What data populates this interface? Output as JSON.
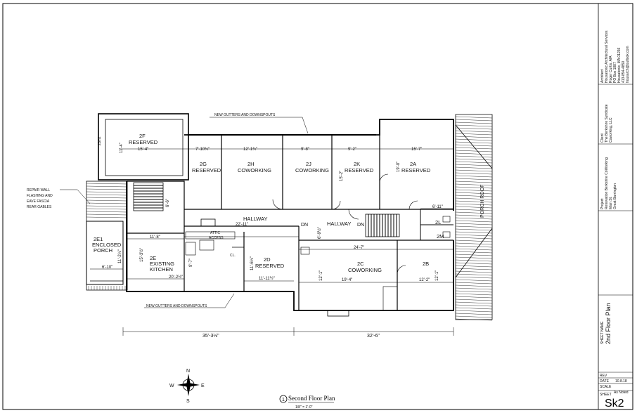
{
  "plan": {
    "rooms": [
      {
        "id": "2F",
        "name": "2F",
        "sub": "RESERVED",
        "dim": "15'-4\""
      },
      {
        "id": "2G",
        "name": "2G",
        "sub": "RESERVED",
        "dim": "7'-10¾\""
      },
      {
        "id": "2H",
        "name": "2H",
        "sub": "COWORKING",
        "dim": "12'-1¾\""
      },
      {
        "id": "2J",
        "name": "2J",
        "sub": "COWORKING",
        "dim": "9'-8\""
      },
      {
        "id": "2K",
        "name": "2K",
        "sub": "RESERVED",
        "dim": "9'-2\""
      },
      {
        "id": "2A",
        "name": "2A",
        "sub": "RESERVED",
        "dim": "15'-7\""
      },
      {
        "id": "2E1",
        "name": "2E1",
        "sub": "ENCLOSED",
        "sub2": "PORCH",
        "dim": "6'-10\""
      },
      {
        "id": "2E",
        "name": "2E",
        "sub": "EXISTING",
        "sub2": "KITCHEN",
        "dim": "20'-2½\""
      },
      {
        "id": "2D",
        "name": "2D",
        "sub": "RESERVED",
        "dim": "11'-11½\""
      },
      {
        "id": "2C",
        "name": "2C",
        "sub": "COWORKING",
        "dim": "19'-4\""
      },
      {
        "id": "2B",
        "name": "2B",
        "sub": "",
        "dim": "12'-2\""
      },
      {
        "id": "2L",
        "name": "2L"
      },
      {
        "id": "2M",
        "name": "2M"
      }
    ],
    "labels": {
      "gutters_top": "NEW GUTTERS AND DOWNSPOUTS",
      "gutters_bottom": "NEW GUTTERS AND DOWNSPOUTS",
      "repair_1": "REPAIR WALL",
      "repair_2": "FLASHING AND",
      "repair_3": "EAVE FASCIA",
      "repair_4": "REAR GABLES",
      "hallway_1": "HALLWAY",
      "hallway_2": "HALLWAY",
      "hallway_dim": "22'-11\"",
      "hall2_dim": "24'-7\"",
      "attic": "ATTIC",
      "access": "ACCESS",
      "dn_1": "DN",
      "dn_2": "DN",
      "porch_roof": "PORCH ROOF",
      "cl": "CL.",
      "dim_2f_v": "11'-4\"",
      "dim_2a_v": "19'-0\"",
      "dim_2k_v": "15'-2\"",
      "dim_2a_small": "6'-11\"",
      "dim_2e1_v": "11'-2½\"",
      "dim_2e_top": "11'-8\"",
      "dim_2e_v": "15'-3½\"",
      "dim_97": "9'-7\"",
      "dim_2d_v": "11'-6½\"",
      "dim_2c_v": "12'-1\"",
      "dim_2b_v": "12'-1\"",
      "dim_hall_v": "6'-9½\"",
      "dim_6_6": "6'-6\"",
      "overall_left": "35'-3½\"",
      "overall_right": "32'-6\"",
      "beam": "2BH2"
    },
    "compass": {
      "n": "N",
      "s": "S",
      "e": "E",
      "w": "W"
    },
    "caption": {
      "num": "1",
      "title": "Second Floor Plan",
      "scale": "1/8\" = 1'-0\""
    }
  },
  "title_block": {
    "architect_head": "Architect",
    "architect": [
      "Housatonic Architectural Services",
      "Roger Curtis, AIA",
      "PO Box 1887",
      "Housatonic, MA 01236",
      "413-854-4850",
      "housarch@outlook.com"
    ],
    "client_head": "Client",
    "client": [
      "The Berkshire Syndicate",
      "Coworking, LLC"
    ],
    "project_head": "Project",
    "project": [
      "Renovation Berkshire CoWorking",
      "Main St.",
      "Great Barrington"
    ],
    "sheet_name_head": "SHEET NAME",
    "sheet_name": "2nd Floor Plan",
    "rev_label": "REV",
    "date_label": "DATE",
    "date": "10.8.18",
    "scale_label": "SCALE",
    "scale": "As Noted",
    "sheet_label": "SHEET",
    "sheet": "Sk2"
  }
}
